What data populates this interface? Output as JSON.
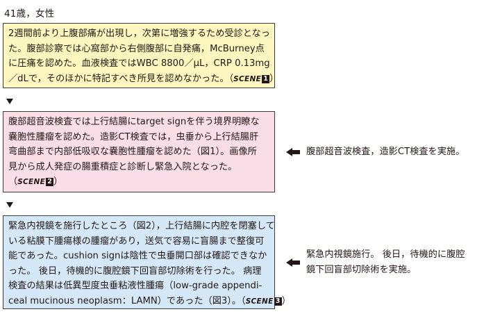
{
  "header": "41歳，女性",
  "box1": {
    "lines": [
      "2週間前より上腹部痛が出現し，次第に増強するため受診となっ",
      "た。腹部診察では心窩部から右側腹部に自発痛，McBurney点",
      "に圧痛を認めた。血液検査ではWBC 8800／μL，CRP 0.13mg",
      "／dLで，そのほかに特記すべき所見を認めなかった。"
    ],
    "scene_label": "SCENE",
    "scene_num": "1"
  },
  "box2": {
    "lines": [
      "腹部超音波検査では上行結腸にtarget signを伴う境界明瞭な",
      "嚢胞性腫瘤を認めた。造影CT検査では，虫垂から上行結腸肝",
      "弯曲部まで内部低吸収な嚢胞性腫瘤を認めた（図1）。画像所",
      "見から成人発症の腸重積症と診断し緊急入院となった。"
    ],
    "scene_label": "SCENE",
    "scene_num": "2"
  },
  "box3": {
    "lines": [
      "緊急内視鏡を施行したところ（図2），上行結腸に内腔を閉塞して",
      "いる粘膜下腫瘍様の腫瘤があり，送気で容易に盲腸まで整復可",
      "能であった。cushion signは陰性で虫垂開口部は確認できなか",
      "った。 後日，待機的に腹腔鏡下回盲部切除術を行った。 病理",
      "検査の結果は低異型度虫垂粘液性腫瘍（low-grade appendi-",
      "ceal mucinous neoplasm：LAMN）であった（図3）。"
    ],
    "scene_label": "SCENE",
    "scene_num": "3"
  },
  "notes": {
    "note2": "腹部超音波検査，造影CT検査を実施。",
    "note3_lines": [
      "緊急内視鏡施行。 後日，待機的に腹腔",
      "鏡下回盲部切除術を実施。"
    ]
  },
  "icons": {
    "down_arrow": "down-triangle-arrow-icon",
    "left_arrow": "left-pointing-arrow-icon"
  }
}
